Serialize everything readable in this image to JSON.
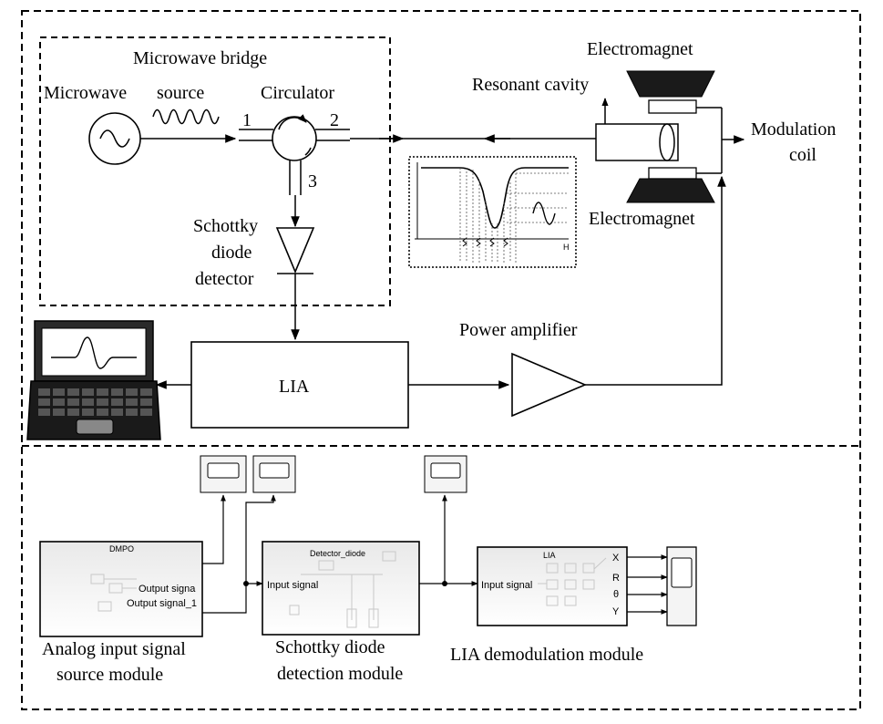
{
  "top_section": {
    "microwave_bridge_label": "Microwave bridge",
    "microwave_source_label": "Microwave",
    "microwave_source_label2": "source",
    "circulator_label": "Circulator",
    "port1": "1",
    "port2": "2",
    "port3": "3",
    "resonant_cavity_label": "Resonant cavity",
    "electromagnet_top_label": "Electromagnet",
    "electromagnet_bottom_label": "Electromagnet",
    "modulation_coil_label_1": "Modulation",
    "modulation_coil_label_2": "coil",
    "detector_label_1": "Schottky",
    "detector_label_2": "diode",
    "detector_label_3": "detector",
    "spectrum_axis_label": "H",
    "lia_label": "LIA",
    "power_amplifier_label": "Power amplifier"
  },
  "bottom_section": {
    "source_block_title": "DMPO",
    "source_out1": "Output signa",
    "source_out2": "Output signal_1",
    "detector_block_title": "Detector_diode",
    "detector_in": "Input signal",
    "lia_block_title": "LIA",
    "lia_in": "Input signal",
    "lia_outputs": [
      "X",
      "R",
      "θ",
      "Y"
    ],
    "caption_source_1": "Analog input signal",
    "caption_source_2": "source module",
    "caption_detector_1": "Schottky diode",
    "caption_detector_2": "detection module",
    "caption_lia": "LIA demodulation module"
  },
  "colors": {
    "line": "#000000",
    "dark_fill": "#1a1a1a",
    "block_fill": "#f4f4f4"
  }
}
